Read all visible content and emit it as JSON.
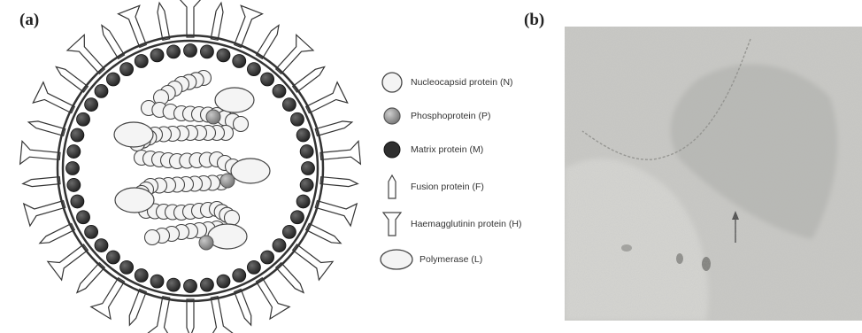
{
  "panels": {
    "a": {
      "label": "(a)"
    },
    "b": {
      "label": "(b)"
    }
  },
  "legend": [
    {
      "icon": "nucleocapsid-icon",
      "text": "Nucleocapsid protein (N)"
    },
    {
      "icon": "phosphoprotein-icon",
      "text": "Phosphoprotein (P)"
    },
    {
      "icon": "matrix-icon",
      "text": "Matrix protein (M)"
    },
    {
      "icon": "fusion-icon",
      "text": "Fusion protein (F)"
    },
    {
      "icon": "haemagglutinin-icon",
      "text": "Haemagglutinin protein (H)"
    },
    {
      "icon": "polymerase-icon",
      "text": "Polymerase (L)"
    }
  ],
  "colors": {
    "nucleocapsid": "#f4f4f4",
    "phosphoprotein": "#9a9a9a",
    "matrix": "#2f2f2f",
    "envelope": "#333333",
    "micrograph_bg": "#c9c9c5"
  }
}
